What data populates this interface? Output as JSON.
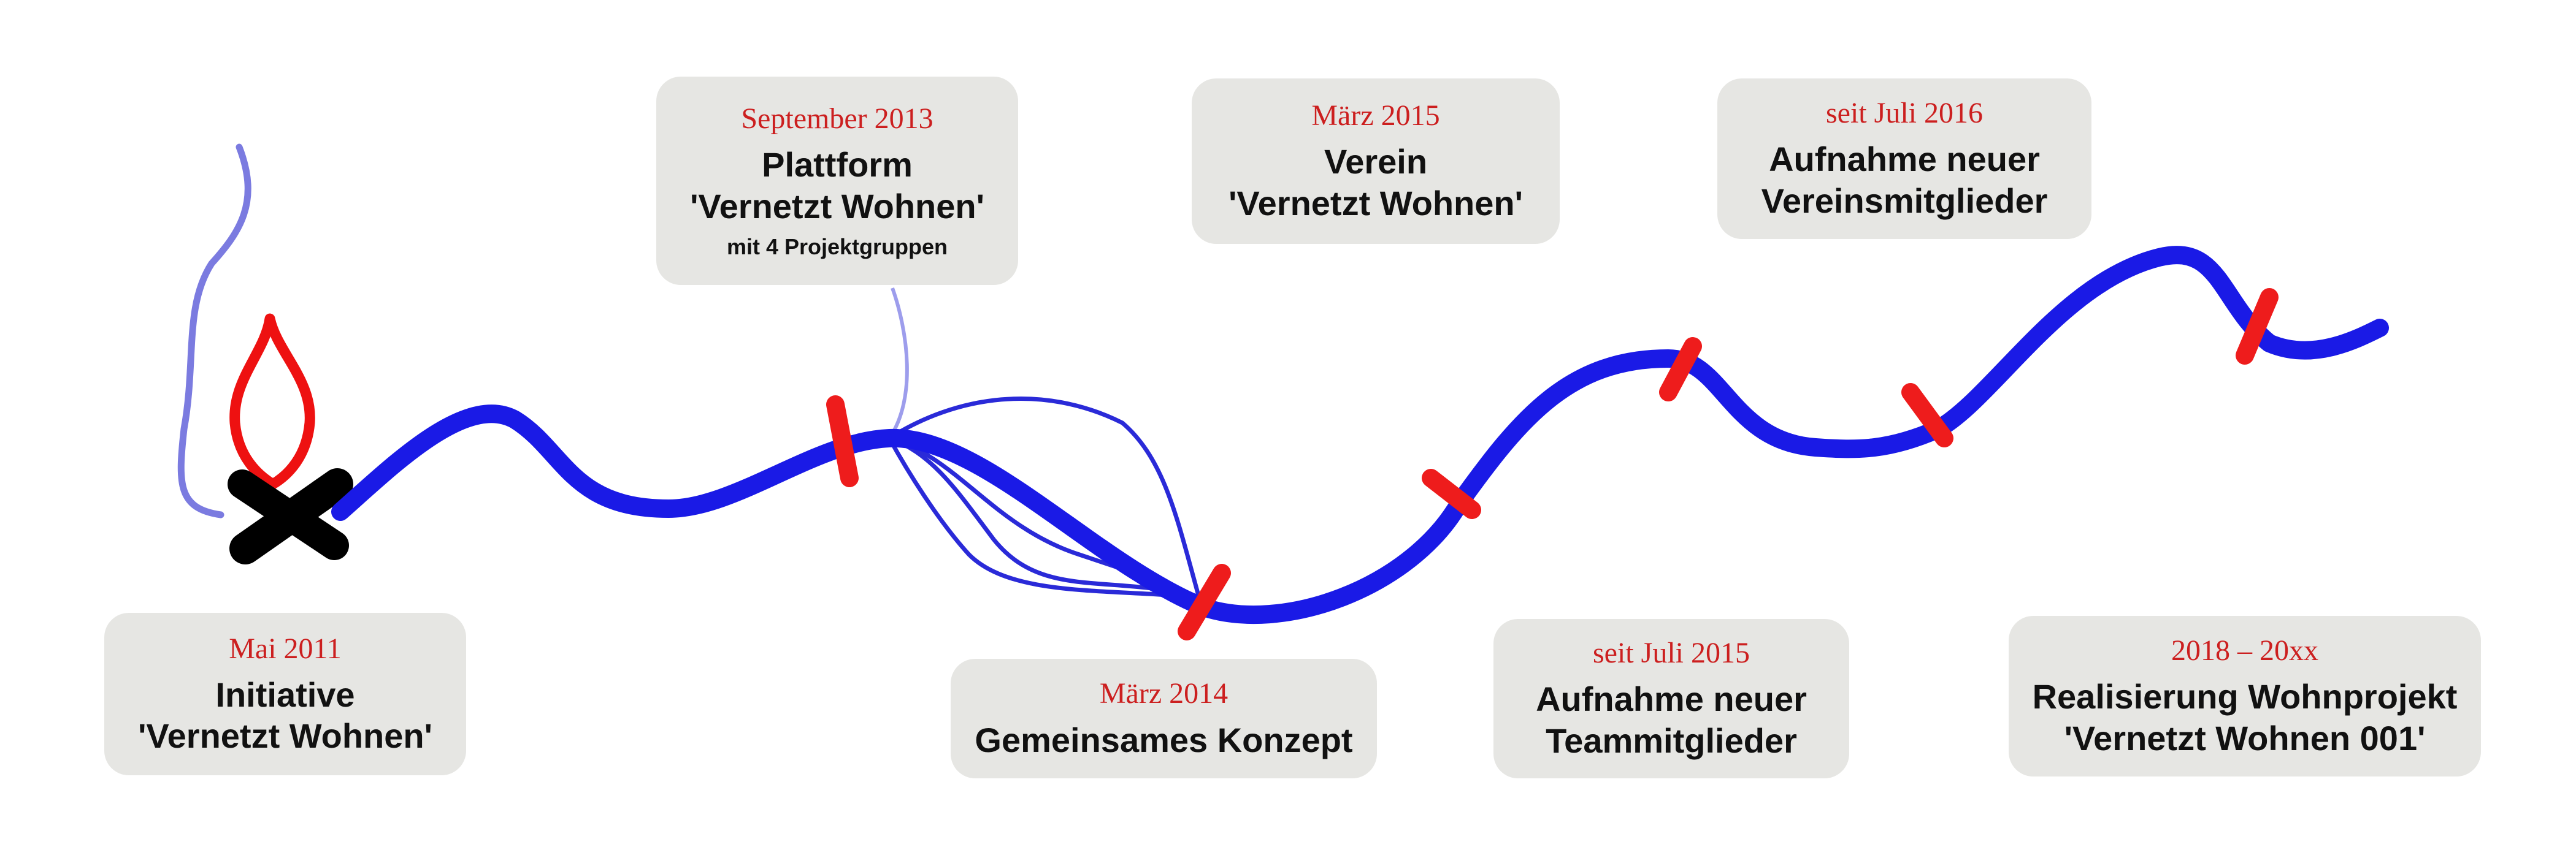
{
  "milestones": [
    {
      "date": "Mai 2011",
      "line1": "Initiative",
      "line2": "'Vernetzt Wohnen'"
    },
    {
      "date": "September 2013",
      "line1": "Plattform",
      "line2": "'Vernetzt Wohnen'",
      "sub": "mit 4 Projektgruppen"
    },
    {
      "date": "März 2014",
      "line1": "Gemeinsames Konzept"
    },
    {
      "date": "März 2015",
      "line1": "Verein",
      "line2": "'Vernetzt Wohnen'"
    },
    {
      "date": "seit Juli 2015",
      "line1": "Aufnahme neuer",
      "line2": "Teammitglieder"
    },
    {
      "date": "seit Juli 2016",
      "line1": "Aufnahme neuer",
      "line2": "Vereinsmitglieder"
    },
    {
      "date": "2018 – 20xx",
      "line1": "Realisierung Wohnprojekt",
      "line2": "'Vernetzt Wohnen 001'"
    }
  ],
  "colors": {
    "path": "#1a1ae6",
    "branches": "#2a2ad8",
    "marker": "#ee1c1c",
    "flame": "#ee1111",
    "smoke": "#7b7be0",
    "wood": "#000000",
    "box": "#e6e6e3",
    "date_text": "#cc1f1f"
  }
}
